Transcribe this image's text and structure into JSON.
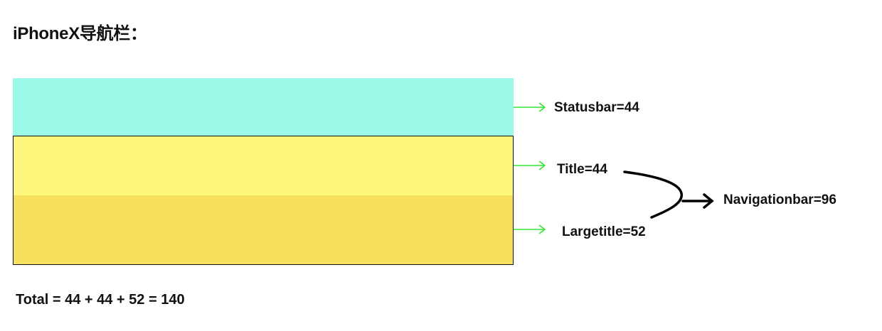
{
  "heading": "iPhoneX导航栏：",
  "bands": [
    {
      "name": "Statusbar",
      "height": 44,
      "color": "#9bf9e8"
    },
    {
      "name": "Title",
      "height": 44,
      "color": "#fdf67c"
    },
    {
      "name": "Largetitle",
      "height": 52,
      "color": "#f7e05e"
    }
  ],
  "labels": {
    "statusbar": "Statusbar=44",
    "title": "Title=44",
    "largetitle": "Largetitle=52",
    "navigationbar": "Navigationbar=96"
  },
  "total": "Total = 44 + 44 + 52 = 140",
  "colors": {
    "arrow_green": "#33e633",
    "arrow_black": "#000000",
    "border": "#111111"
  }
}
